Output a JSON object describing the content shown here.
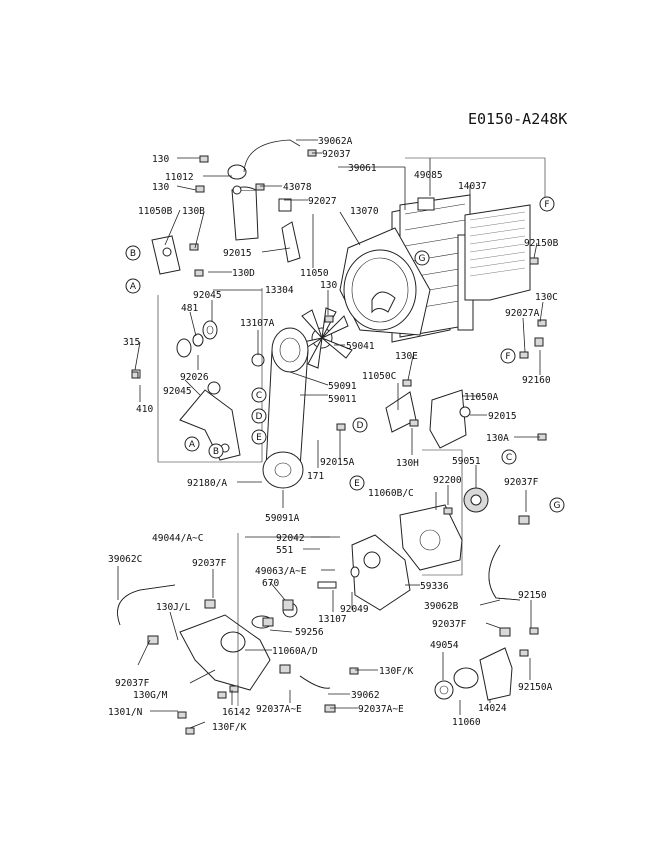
{
  "diagram_code": "E0150-A248K",
  "part_labels": [
    "39062A",
    "92037",
    "130",
    "11012",
    "130",
    "43078",
    "39061",
    "49085",
    "14037",
    "92027",
    "11050B",
    "130B",
    "13070",
    "92150B",
    "92015",
    "11050",
    "130D",
    "13304",
    "130",
    "130C",
    "92045",
    "481",
    "13107A",
    "92027A",
    "315",
    "59041",
    "92026",
    "92045",
    "130E",
    "92160",
    "59091",
    "410",
    "11050C",
    "59011",
    "11050A",
    "92015",
    "130A",
    "92015A",
    "130H",
    "59051",
    "171",
    "92200",
    "11060B/C",
    "92037F",
    "92180/A",
    "59091A",
    "49044/A~C",
    "92042",
    "551",
    "39062C",
    "92037F",
    "49063/A~E",
    "670",
    "92049",
    "59336",
    "13107",
    "130J/L",
    "59256",
    "39062B",
    "92150",
    "92037F",
    "11060A/D",
    "49054",
    "92037F",
    "130F/K",
    "130G/M",
    "16142",
    "39062",
    "92150A",
    "14024",
    "1301/N",
    "92037A~E",
    "92037A~E",
    "130F/K",
    "11060"
  ],
  "callout_letters": [
    "A",
    "B",
    "C",
    "D",
    "E",
    "F",
    "G"
  ]
}
